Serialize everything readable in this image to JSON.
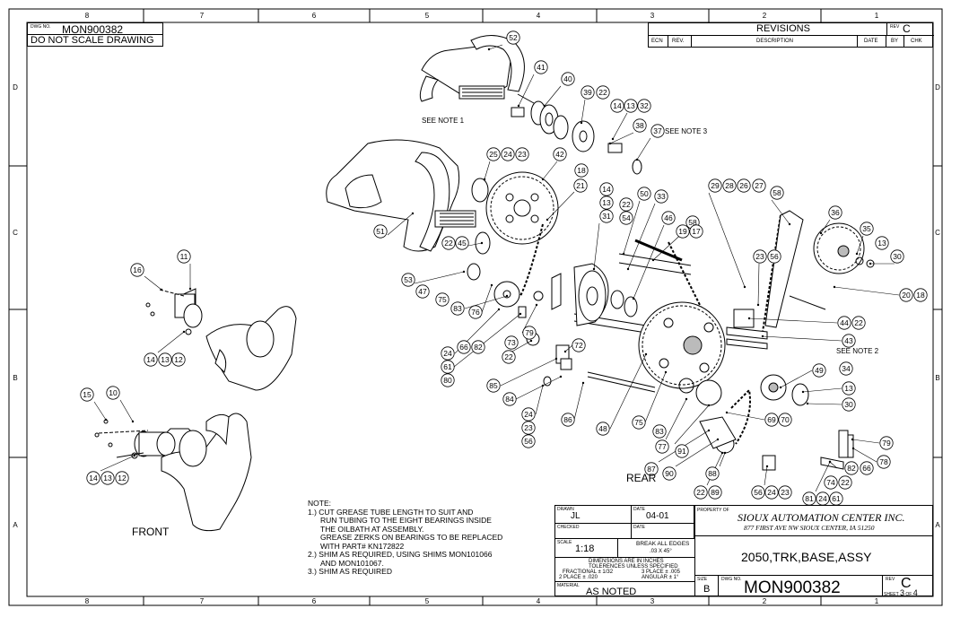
{
  "border": {
    "top_zones": [
      "8",
      "7",
      "6",
      "5",
      "4",
      "3",
      "2",
      "1"
    ],
    "bottom_zones": [
      "8",
      "7",
      "6",
      "5",
      "4",
      "3",
      "2",
      "1"
    ],
    "left_zones": [
      "D",
      "C",
      "B",
      "A"
    ],
    "right_zones": [
      "D",
      "C",
      "B",
      "A"
    ]
  },
  "dwg_box": {
    "label": "DWG NO.",
    "number": "MON900382",
    "note": "DO NOT SCALE DRAWING"
  },
  "revisions": {
    "title": "REVISIONS",
    "rev_label": "REV",
    "rev": "C",
    "columns": [
      "ECN",
      "REV.",
      "DESCRIPTION",
      "DATE",
      "BY",
      "CHK"
    ]
  },
  "views": {
    "front": "FRONT",
    "rear": "REAR"
  },
  "notes_ref": {
    "note1": "SEE NOTE 1",
    "note2": "SEE NOTE 2",
    "note3": "SEE NOTE 3"
  },
  "balloons": [
    "52",
    "41",
    "40",
    "39",
    "22",
    "14",
    "13",
    "32",
    "38",
    "37",
    "42",
    "18",
    "21",
    "25",
    "24",
    "23",
    "14",
    "13",
    "31",
    "22",
    "54",
    "50",
    "33",
    "46",
    "58",
    "19",
    "17",
    "29",
    "28",
    "26",
    "27",
    "58",
    "36",
    "35",
    "13",
    "30",
    "23",
    "56",
    "20",
    "18",
    "51",
    "22",
    "45",
    "53",
    "47",
    "75",
    "83",
    "76",
    "44",
    "22",
    "43",
    "79",
    "73",
    "22",
    "72",
    "24",
    "66",
    "82",
    "61",
    "80",
    "85",
    "84",
    "49",
    "34",
    "13",
    "30",
    "24",
    "23",
    "56",
    "86",
    "48",
    "75",
    "83",
    "69",
    "70",
    "77",
    "91",
    "87",
    "90",
    "88",
    "79",
    "82",
    "66",
    "78",
    "74",
    "22",
    "22",
    "89",
    "56",
    "24",
    "23",
    "81",
    "24",
    "61",
    "11",
    "16",
    "14",
    "13",
    "12",
    "15",
    "10",
    "14",
    "13",
    "12"
  ],
  "notes": {
    "heading": "NOTE:",
    "lines": [
      "1.) CUT GREASE TUBE LENGTH TO SUIT AND",
      "RUN TUBING TO THE EIGHT BEARINGS INSIDE",
      "THE OILBATH AT ASSEMBLY.",
      "GREASE ZERKS ON BEARINGS TO BE REPLACED",
      "WITH PART# KN172822",
      "2.) SHIM AS REQUIRED, USING SHIMS MON101066",
      "AND MON101067.",
      "3.) SHIM AS REQUIRED"
    ]
  },
  "title_block": {
    "drawn_label": "DRAWN",
    "drawn": "JL",
    "date_label": "DATE",
    "date": "04-01",
    "checked_label": "CHECKED",
    "checked_date_label": "DATE",
    "scale_label": "SCALE",
    "scale": "1:18",
    "edges_1": "BREAK ALL EDGES",
    "edges_2": ".03 X 45°",
    "dim_1": "DIMENSIONS ARE IN INCHES",
    "dim_2": "TOLERENCES UNLESS SPECIFIED",
    "frac": "FRACTIONAL ± 1/32",
    "place3": "3 PLACE ± .005",
    "place2": "2 PLACE ± .020",
    "angular": "ANGULAR ± 1°",
    "material_label": "MATERIAL",
    "material": "AS NOTED",
    "property_label": "PROPERTY OF",
    "company": "SIOUX AUTOMATION CENTER INC.",
    "address": "877 FIRST AVE NW SIOUX CENTER, IA 51250",
    "title": "2050,TRK,BASE,ASSY",
    "size_label": "SIZE",
    "size": "B",
    "dwg_label": "DWG NO.",
    "dwg_number": "MON900382",
    "rev_label": "REV",
    "rev": "C",
    "sheet_label": "SHEET",
    "sheet_num": "3",
    "sheet_of": "OF",
    "sheet_total": "4"
  }
}
